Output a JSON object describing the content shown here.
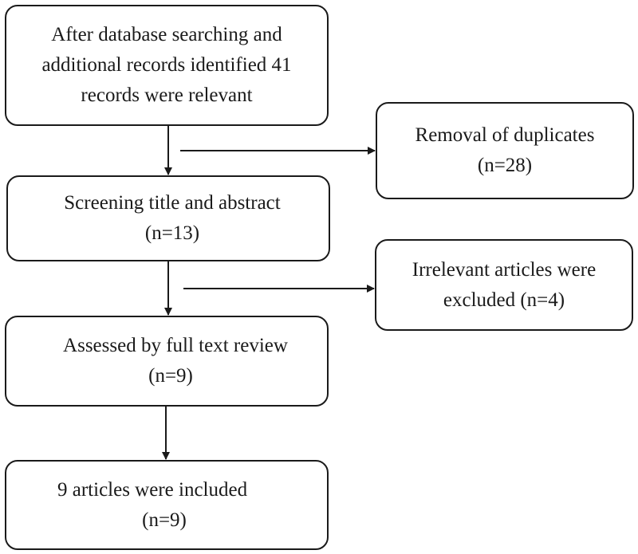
{
  "boxes": {
    "start": {
      "line1": "After database searching and",
      "line2": "additional records identified 41",
      "line3": "records were relevant"
    },
    "duplicates": {
      "line1": "Removal of duplicates",
      "line2": "(n=28)"
    },
    "screening": {
      "line1": "Screening title and abstract",
      "line2": "(n=13)"
    },
    "irrelevant": {
      "line1": "Irrelevant articles were",
      "line2": "excluded (n=4)"
    },
    "full_text": {
      "line1": "Assessed by full text review",
      "line2": "(n=9)"
    },
    "included": {
      "line1": "9 articles were included",
      "line2": "(n=9)"
    }
  }
}
